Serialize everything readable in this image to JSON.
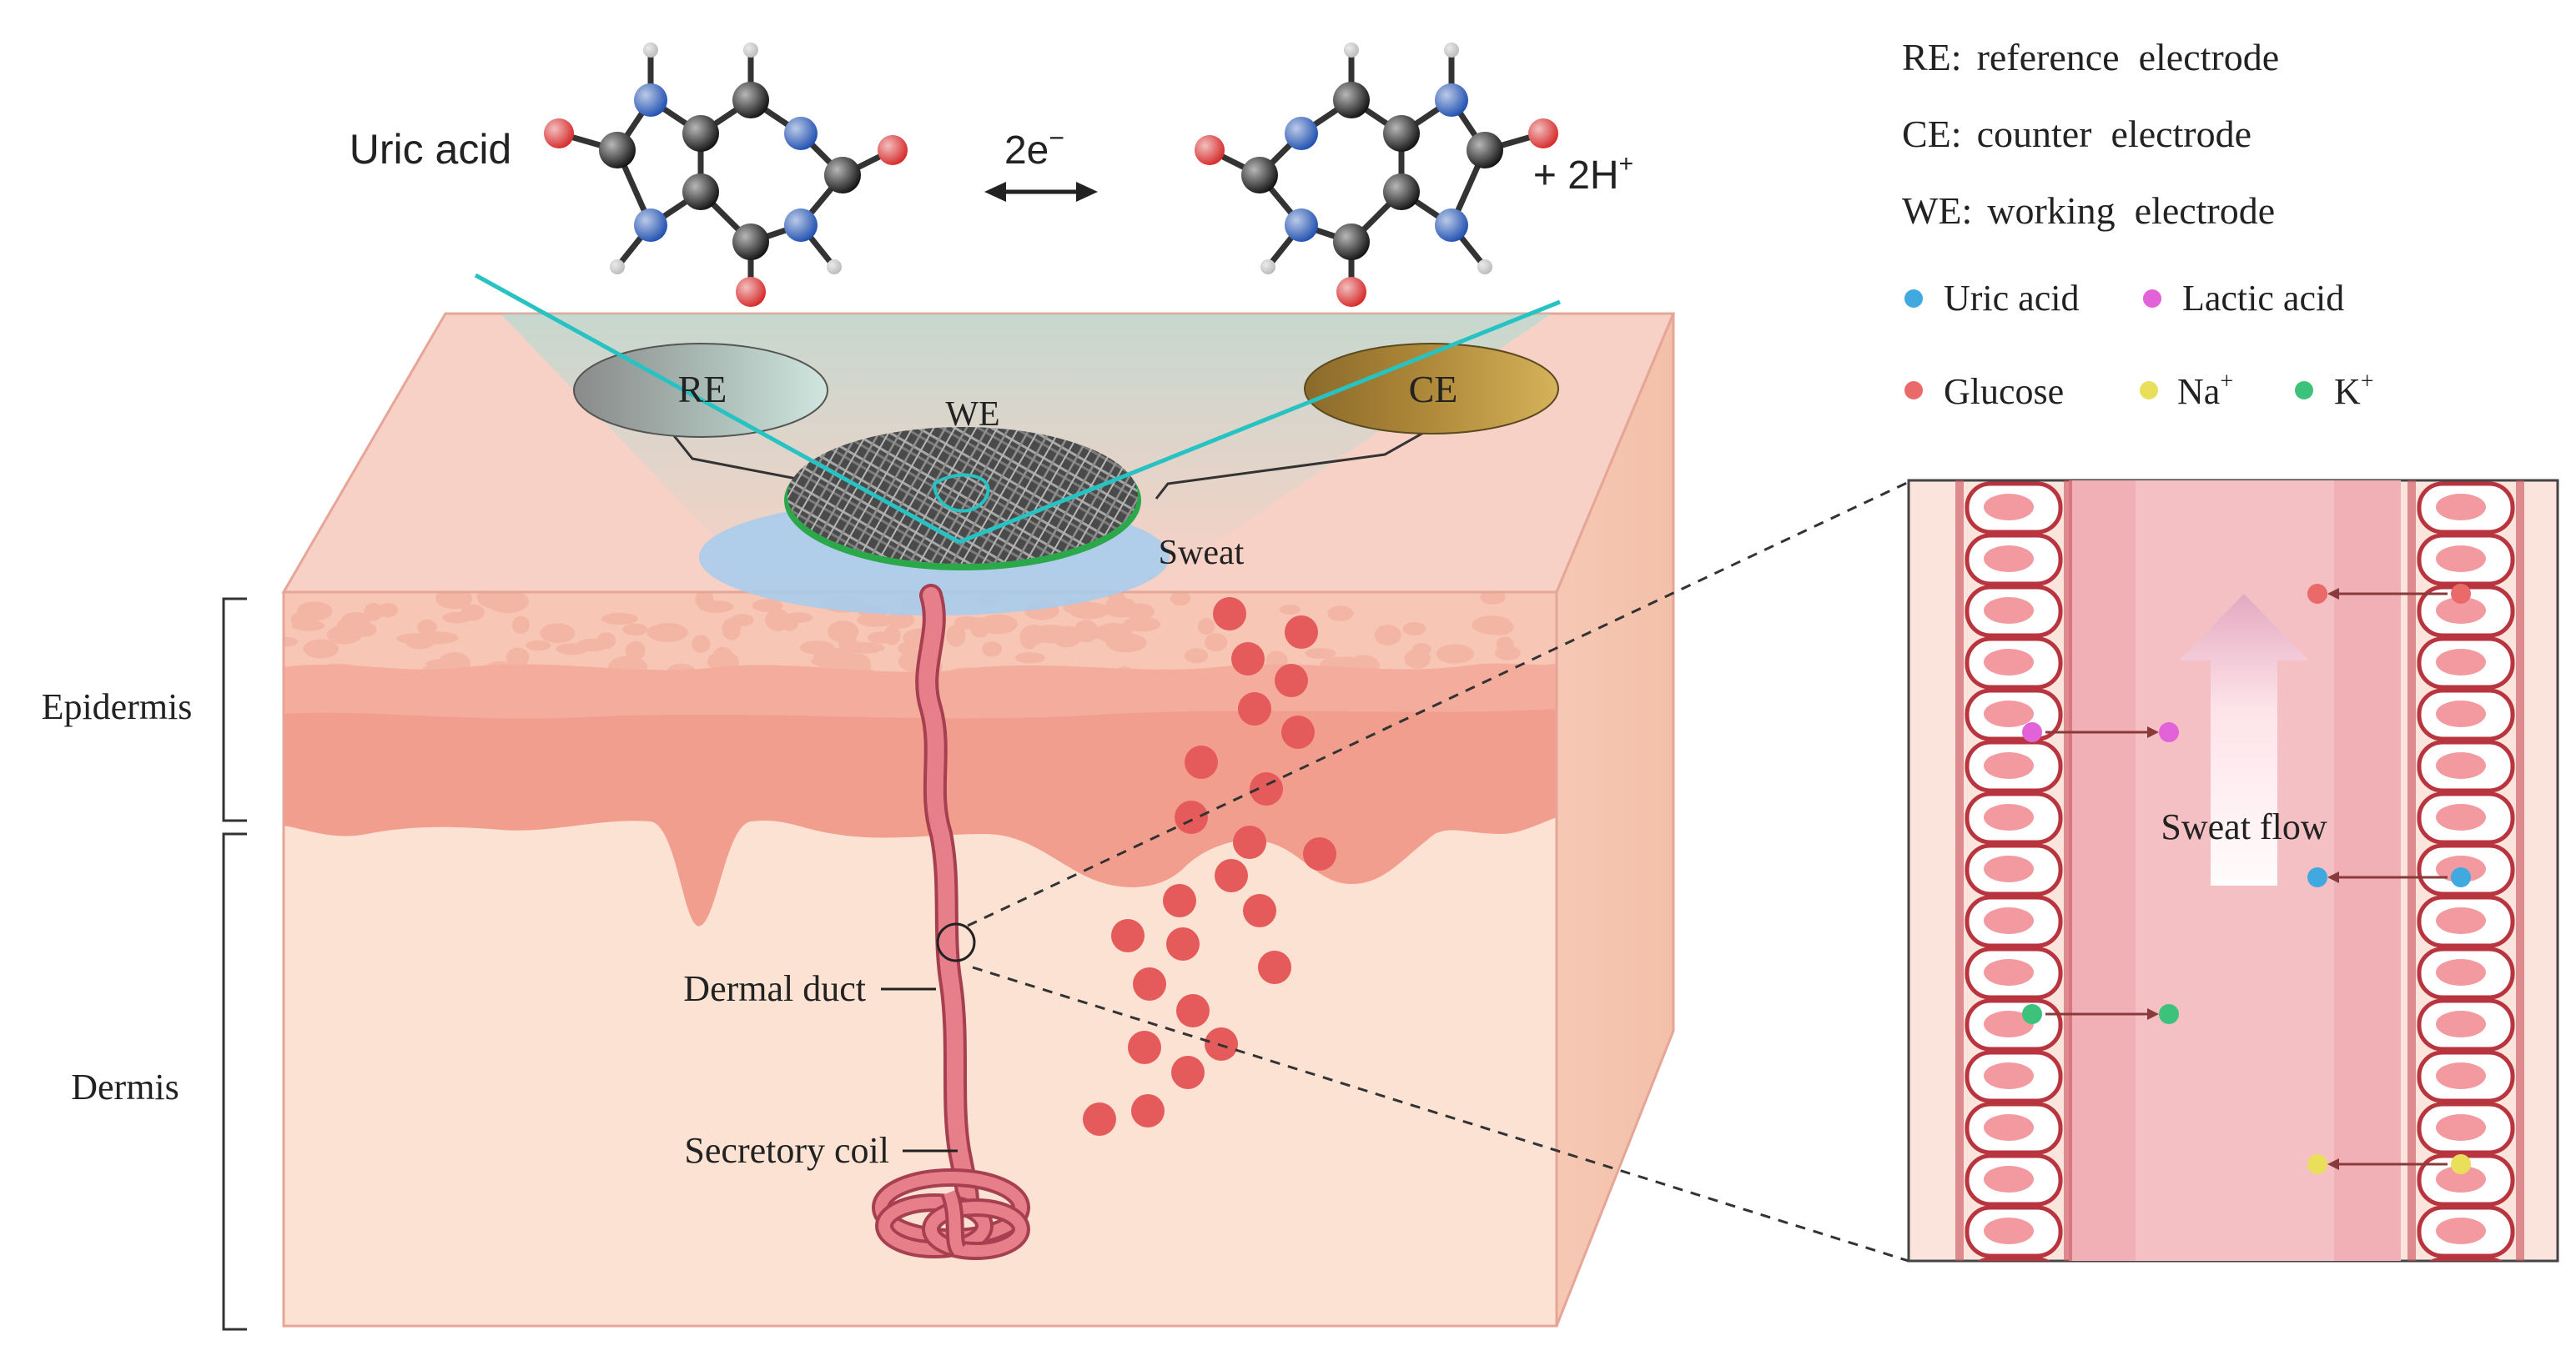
{
  "reaction": {
    "reactant": "Uric acid",
    "electrons": "2e",
    "electrons_sup": "−",
    "product_extra": "+ 2H",
    "product_extra_sup": "+"
  },
  "legend": {
    "abbreviations": [
      {
        "abbr": "RE:",
        "full": "reference  electrode"
      },
      {
        "abbr": "CE:",
        "full": "counter  electrode"
      },
      {
        "abbr": "WE:",
        "full": "working  electrode"
      }
    ],
    "analytes": [
      {
        "label": "Uric acid",
        "sup": "",
        "color": "#3fa9e0"
      },
      {
        "label": "Lactic acid",
        "sup": "",
        "color": "#e262d8"
      },
      {
        "label": "Glucose",
        "sup": "",
        "color": "#ea6a6a"
      },
      {
        "label": "Na",
        "sup": "+",
        "color": "#e9df5a"
      },
      {
        "label": "K",
        "sup": "+",
        "color": "#3cc27a"
      }
    ]
  },
  "electrodes": {
    "re": "RE",
    "ce": "CE",
    "we": "WE"
  },
  "labels": {
    "sweat": "Sweat",
    "epidermis": "Epidermis",
    "dermis": "Dermis",
    "dermal_duct": "Dermal duct",
    "secretory_coil": "Secretory coil",
    "sweat_flow": "Sweat flow"
  },
  "colors": {
    "skin_top": "#f7cfc2",
    "epidermis": "#f2a191",
    "dermis": "#fbe0cf",
    "duct": "#e1727d",
    "cell_border": "#b8353f",
    "lumen": "#f3b9bd"
  }
}
